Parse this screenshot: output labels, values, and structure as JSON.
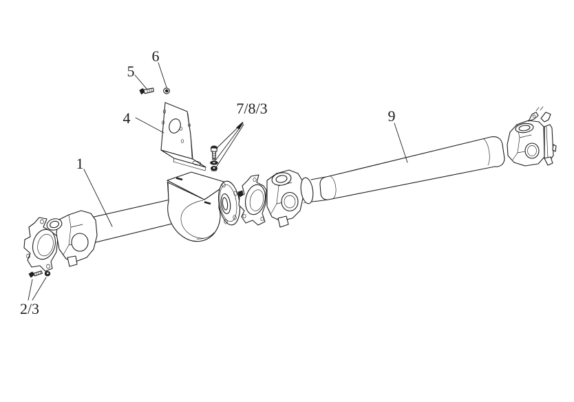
{
  "figure": {
    "background": "#ffffff",
    "line_color": "#1c1c1c"
  },
  "callouts": {
    "shaft_front": {
      "label": "1"
    },
    "bolt_nut_pair": {
      "label": "2/3"
    },
    "bracket": {
      "label": "4"
    },
    "bracket_bolt": {
      "label": "5"
    },
    "bracket_nut": {
      "label": "6"
    },
    "support_bolt_washer_nut": {
      "label": "7/8/3"
    },
    "shaft_rear": {
      "label": "9"
    }
  }
}
